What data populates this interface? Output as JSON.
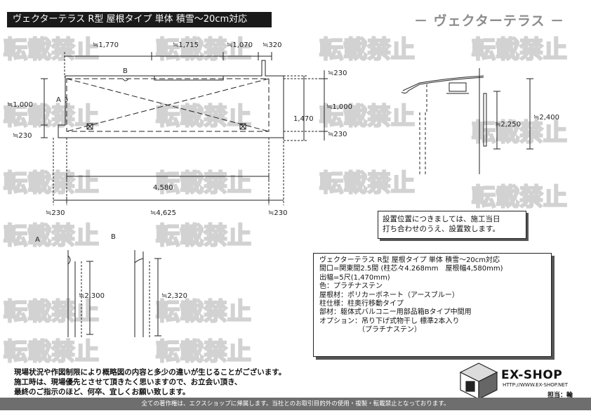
{
  "header": {
    "title": "ヴェクターテラス R型 屋根タイプ 単体 積雪～20cm対応",
    "brand": "－ ヴェクターテラス －",
    "watermark": "転載禁止"
  },
  "plan": {
    "dim_top": [
      "≒1,770",
      "≒1,715",
      "≒1,070",
      "≒320"
    ],
    "dim_left_1000": "≒1,000",
    "dim_left_230": "≒230",
    "dim_right_230_top": "≒230",
    "dim_right_1000": "≒1,000",
    "dim_right_230_bottom": "≒230",
    "dim_1470": "1,470",
    "dim_4580": "4,580",
    "dim_bottom": [
      "≒230",
      "≒4,625",
      "≒230"
    ],
    "label_a": "A",
    "label_b": "B"
  },
  "side": {
    "dim_2250": "≒2,250",
    "dim_2400": "≒2,400"
  },
  "details": {
    "label_a": "A",
    "label_b": "B",
    "dim_a": "≒2,300",
    "dim_b": "≒2,320"
  },
  "note": {
    "lines": [
      "設置位置につきましては、施工当日",
      "打ち合わせのうえ、設置致します。"
    ]
  },
  "spec": {
    "lines": [
      "ヴェクターテラス R型 屋根タイプ 単体 積雪～20cm対応",
      "間口=関東間2.5間 (柱芯々4.268mm　屋根幅4,580mm)",
      "出幅=5尺(1,470mm)",
      "色：プラチナステン",
      "屋根材：ポリカーボネート（アースブルー）",
      "柱仕様：柱奥行移動タイプ",
      "部材：躯体式バルコニー用部品箱Bタイプ中間用",
      "オプション：吊り下げ式物干し 標準2本入り",
      "　　　　　　（プラチナステン）"
    ]
  },
  "disclaimer": {
    "lines": [
      "現場状況や作図制限により概略図の内容と多少の違いが生じることがございます。",
      "施工時は、現場優先とさせて頂きたく思いますので、お立会い頂き、",
      "最終のご指示のほど、何卒、宜しくお願い致します。"
    ]
  },
  "logo": {
    "name": "EX-SHOP",
    "url": "HTTP://WWW.EX-SHOP.NET",
    "staff": "担当：輪"
  },
  "footer": {
    "text": "全ての著作権は、エクスショップに帰属します。当社とのお取引目的外の使用・複製・転載禁止となっております。"
  }
}
